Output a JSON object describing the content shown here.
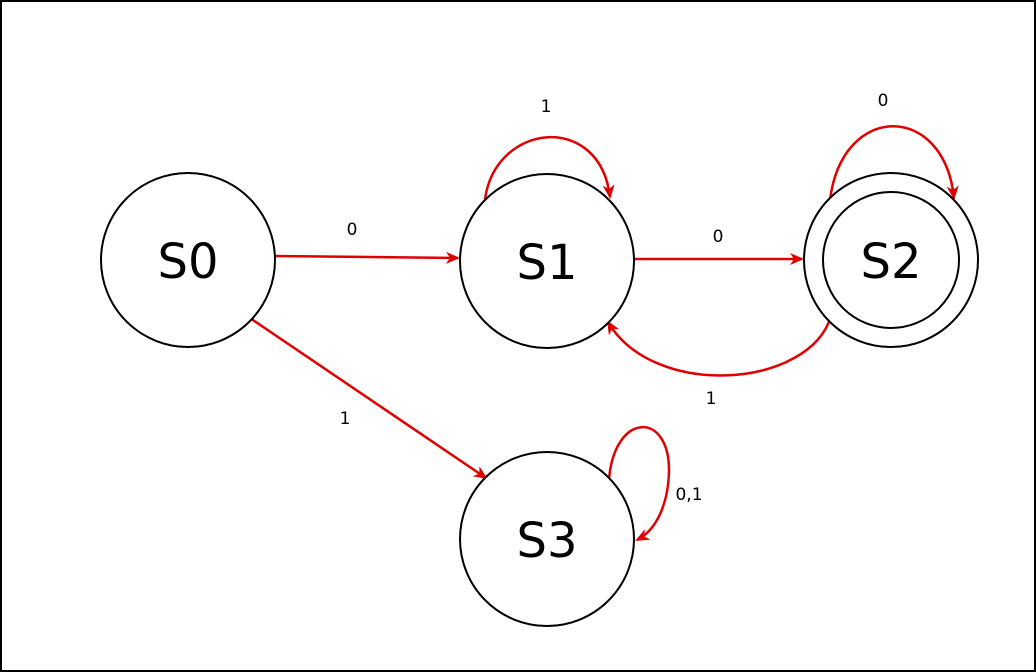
{
  "colors": {
    "border": "#000000",
    "background": "#ffffff",
    "node_stroke": "#000000",
    "edge": "#e00000",
    "text": "#000000"
  },
  "diagram": {
    "type": "finite-state-machine",
    "states": [
      {
        "id": "s0",
        "label": "S0",
        "accepting": false
      },
      {
        "id": "s1",
        "label": "S1",
        "accepting": false
      },
      {
        "id": "s2",
        "label": "S2",
        "accepting": true
      },
      {
        "id": "s3",
        "label": "S3",
        "accepting": false
      }
    ],
    "transitions": [
      {
        "id": "t_s0_s1",
        "from": "S0",
        "to": "S1",
        "label": "0"
      },
      {
        "id": "t_s0_s3",
        "from": "S0",
        "to": "S3",
        "label": "1"
      },
      {
        "id": "t_s1_s1",
        "from": "S1",
        "to": "S1",
        "label": "1"
      },
      {
        "id": "t_s1_s2",
        "from": "S1",
        "to": "S2",
        "label": "0"
      },
      {
        "id": "t_s2_s2",
        "from": "S2",
        "to": "S2",
        "label": "0"
      },
      {
        "id": "t_s2_s1",
        "from": "S2",
        "to": "S1",
        "label": "1"
      },
      {
        "id": "t_s3_s3",
        "from": "S3",
        "to": "S3",
        "label": "0,1"
      }
    ]
  }
}
